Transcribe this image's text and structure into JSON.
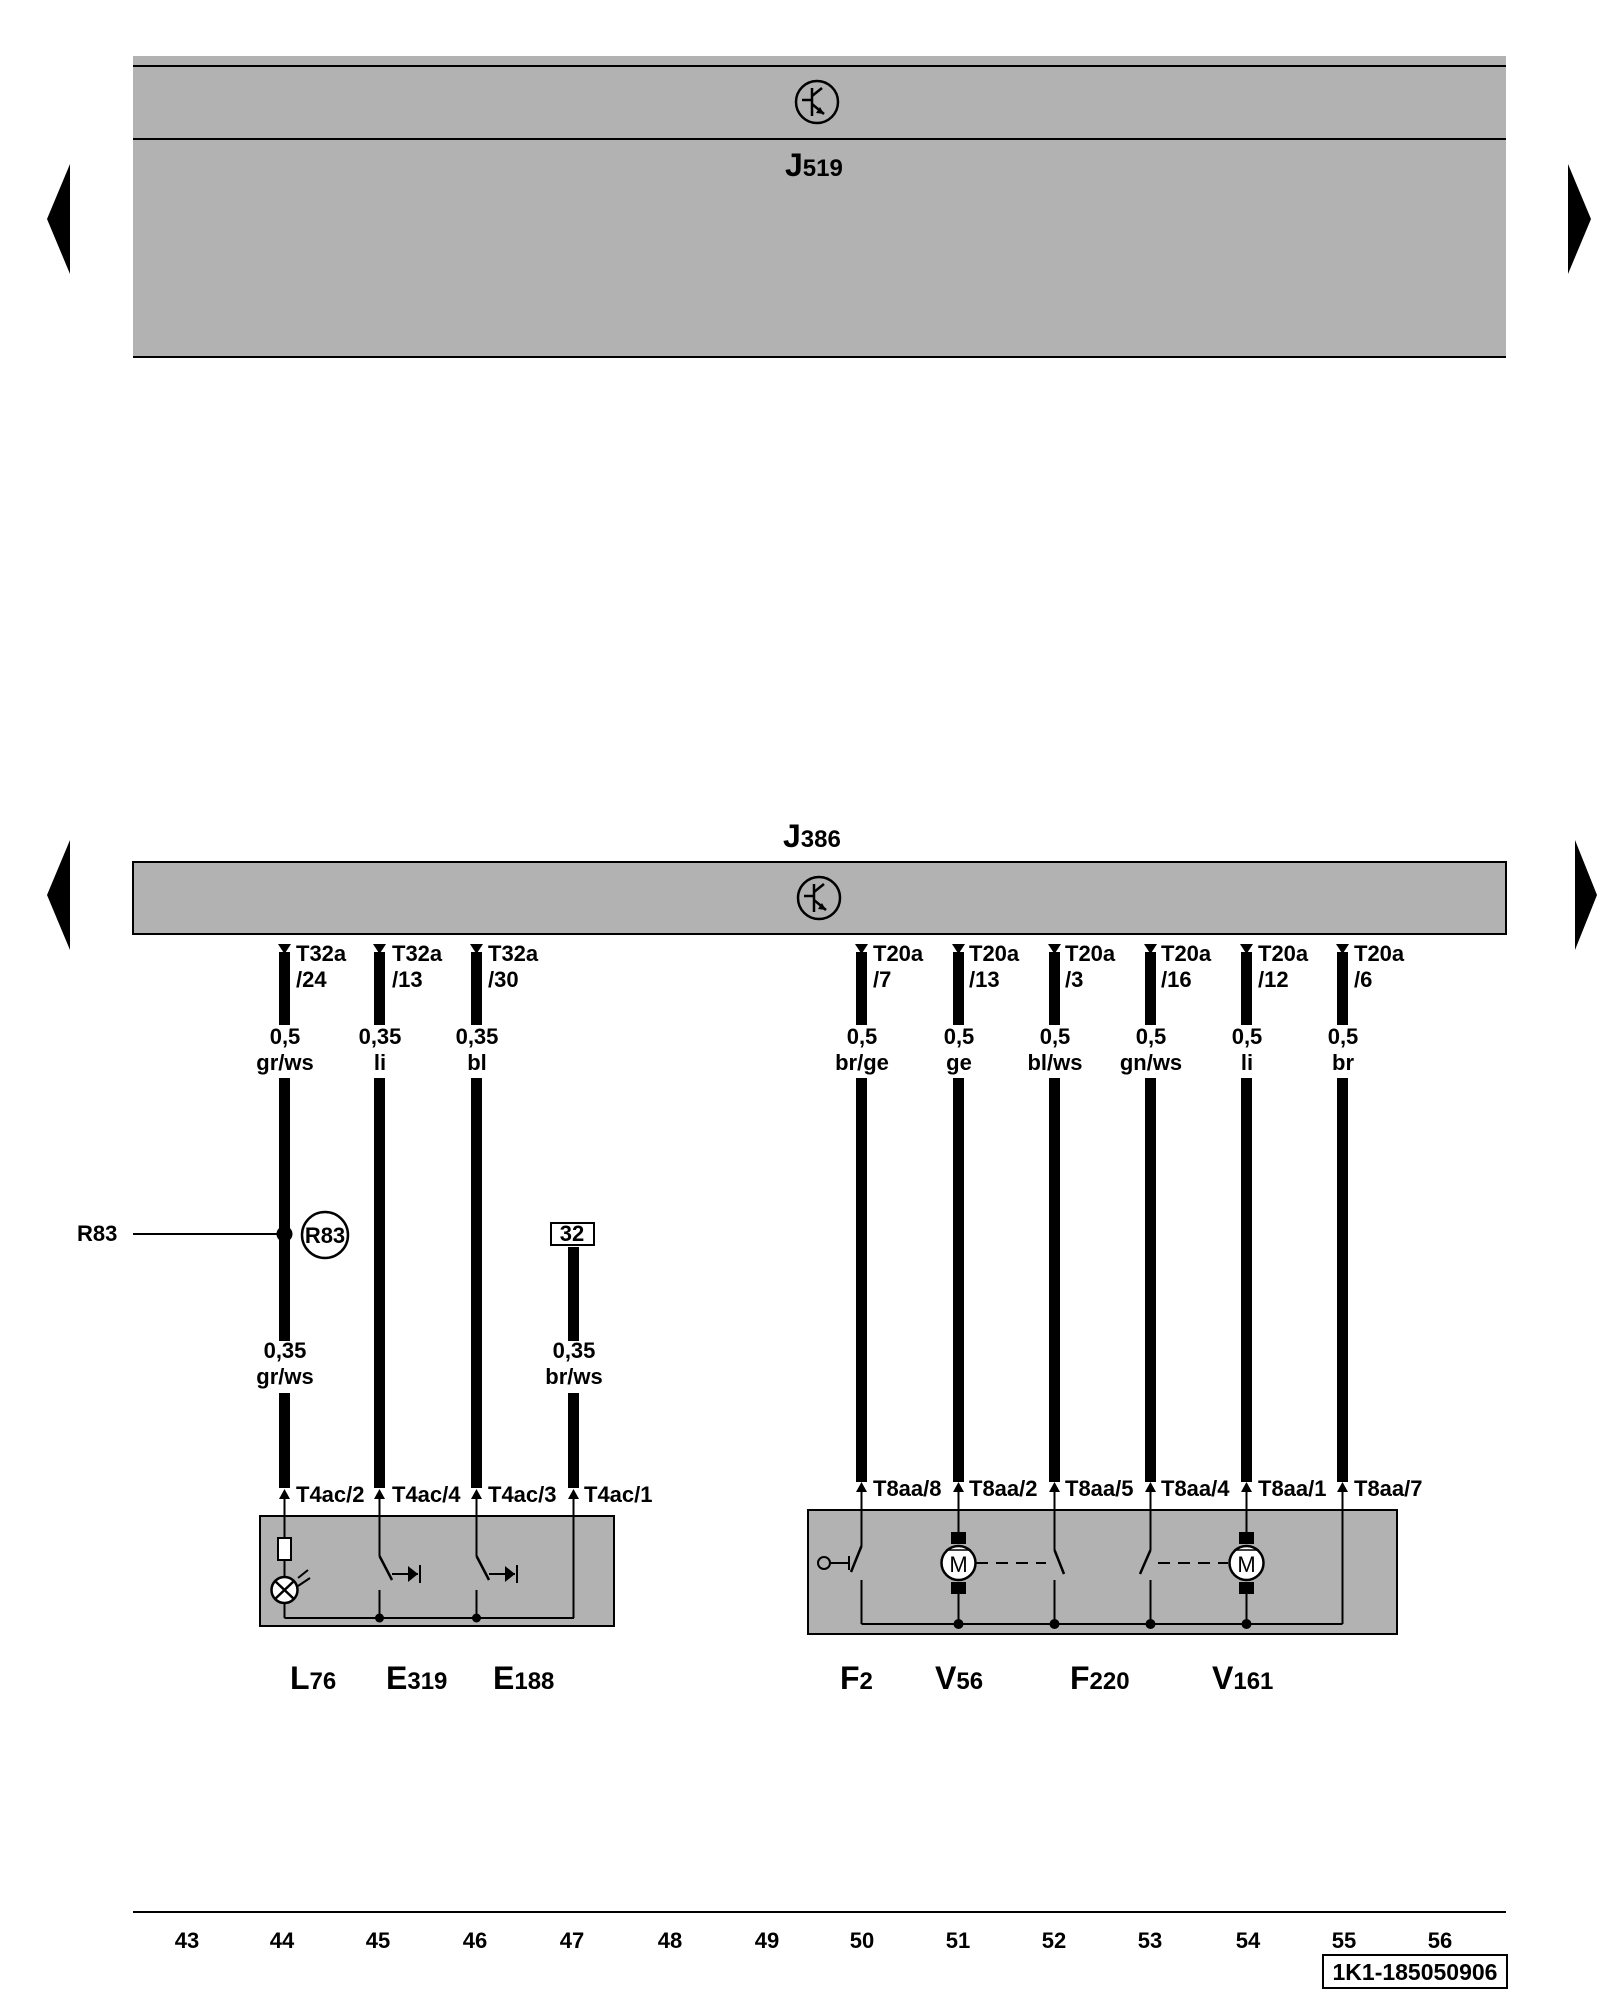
{
  "modules": {
    "upper": {
      "code": "J",
      "sub": "519"
    },
    "lower": {
      "code": "J",
      "sub": "386"
    }
  },
  "navigation": {
    "prev_label": "previous page",
    "next_label": "next page"
  },
  "wires": [
    {
      "conn": "T32a",
      "pin": "/24",
      "size": "0,5",
      "color": "gr/ws",
      "bottom_pin": "T4ac/2",
      "track": 44
    },
    {
      "conn": "T32a",
      "pin": "/13",
      "size": "0,35",
      "color": "li",
      "bottom_pin": "T4ac/4",
      "track": 45
    },
    {
      "conn": "T32a",
      "pin": "/30",
      "size": "0,35",
      "color": "bl",
      "bottom_pin": "T4ac/3",
      "track": 46
    },
    {
      "conn": "T20a",
      "pin": "/7",
      "size": "0,5",
      "color": "br/ge",
      "bottom_pin": "T8aa/8",
      "track": 50
    },
    {
      "conn": "T20a",
      "pin": "/13",
      "size": "0,5",
      "color": "ge",
      "bottom_pin": "T8aa/2",
      "track": 51
    },
    {
      "conn": "T20a",
      "pin": "/3",
      "size": "0,5",
      "color": "bl/ws",
      "bottom_pin": "T8aa/5",
      "track": 52
    },
    {
      "conn": "T20a",
      "pin": "/16",
      "size": "0,5",
      "color": "gn/ws",
      "bottom_pin": "T8aa/4",
      "track": 53
    },
    {
      "conn": "T20a",
      "pin": "/12",
      "size": "0,5",
      "color": "li",
      "bottom_pin": "T8aa/1",
      "track": 54
    },
    {
      "conn": "T20a",
      "pin": "/6",
      "size": "0,5",
      "color": "br",
      "bottom_pin": "T8aa/7",
      "track": 55
    }
  ],
  "lower_wires": {
    "w44": {
      "size": "0,35",
      "color": "gr/ws"
    },
    "w47": {
      "size": "0,35",
      "color": "br/ws",
      "bottom_pin": "T4ac/1",
      "ref": "32"
    }
  },
  "splice": {
    "line_label": "R83",
    "circle_label": "R83"
  },
  "components": [
    {
      "code": "L",
      "sub": "76"
    },
    {
      "code": "E",
      "sub": "319"
    },
    {
      "code": "E",
      "sub": "188"
    },
    {
      "code": "F",
      "sub": "2"
    },
    {
      "code": "V",
      "sub": "56"
    },
    {
      "code": "F",
      "sub": "220"
    },
    {
      "code": "V",
      "sub": "161"
    }
  ],
  "motor_symbol": "M",
  "tracks": [
    "43",
    "44",
    "45",
    "46",
    "47",
    "48",
    "49",
    "50",
    "51",
    "52",
    "53",
    "54",
    "55",
    "56"
  ],
  "document_number": "1K1-185050906"
}
